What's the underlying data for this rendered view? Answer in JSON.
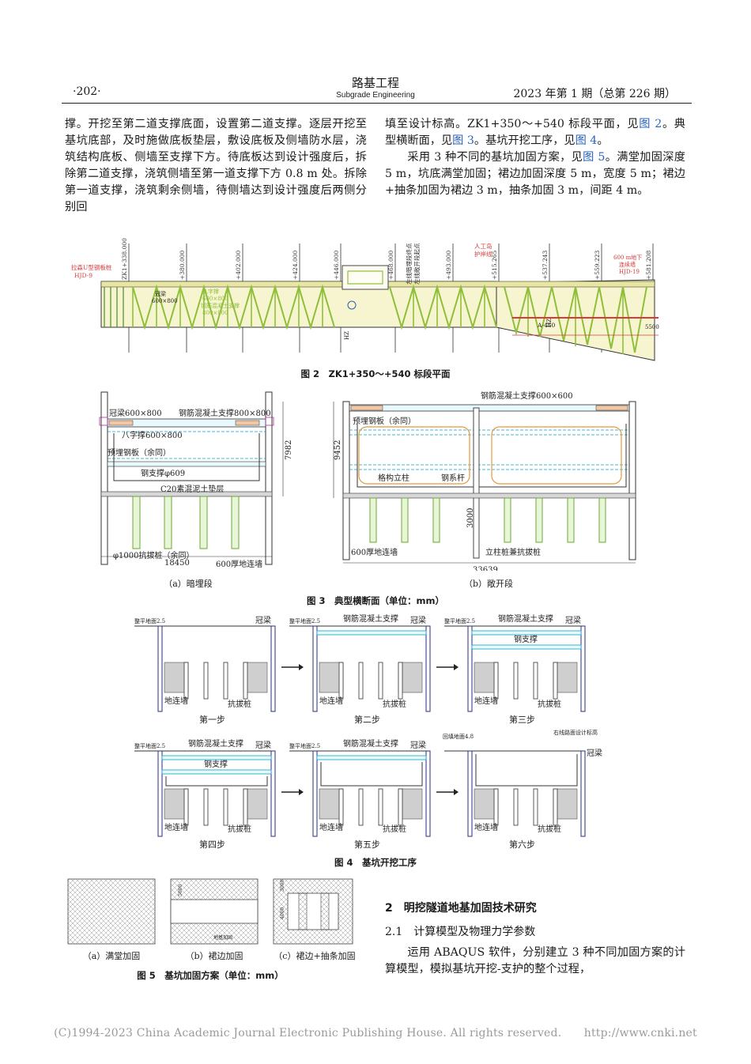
{
  "header": {
    "page": "·202·",
    "journal_cn": "路基工程",
    "journal_en": "Subgrade Engineering",
    "issue": "2023 年第 1 期（总第 226 期）"
  },
  "left_col": {
    "para": "撑。开挖至第二道支撑底面，设置第二道支撑。逐层开挖至基坑底部，及时施做底板垫层，敷设底板及侧墙防水层，浇筑结构底板、侧墙至支撑下方。待底板达到设计强度后，拆除第二道支撑，浇筑侧墙至第一道支撑下方 0.8 m 处。拆除第一道支撑，浇筑剩余侧墙，待侧墙达到设计强度后两侧分别回"
  },
  "right_col": {
    "p1_a": "填至设计标高。ZK1+350～+540 标段平面，见",
    "p1_ref1": "图 2",
    "p1_b": "。典型横断面，见",
    "p1_ref2": "图 3",
    "p1_c": "。基坑开挖工序，见",
    "p1_ref3": "图 4",
    "p1_d": "。",
    "p2_a": "采用 3 种不同的基坑加固方案，见",
    "p2_ref": "图 5",
    "p2_b": "。满堂加固深度 5 m，坑底满堂加固；裙边加固深度 5 m，宽度 5 m；裙边+抽条加固为裙边 3 m，抽条加固 3 m，间距 4 m。"
  },
  "fig2": {
    "caption": "图 2　ZK1+350～+540 标段平面",
    "stations": [
      "ZK1+338.000",
      "+380.000",
      "+402.000",
      "+424.000",
      "+446.000",
      "+468.000",
      "+493.000",
      "+515.265",
      "+537.243",
      "+559.223",
      "+581.208"
    ],
    "lbl_left": "拉森U型钢板桩",
    "lbl_left2": "HJD-9",
    "lbl_guanliang": "冠梁",
    "lbl_guanliang_dim": "600×800",
    "lbl_brace": "八字撑",
    "lbl_brace_dim1": "600×800",
    "lbl_brace2": "钢筋混凝土支撑",
    "lbl_brace_dim2": "800×800",
    "lbl_mid1": "左线暗埋段终点",
    "lbl_mid2": "左线敞开段起点",
    "lbl_right1": "人工岛",
    "lbl_right2": "护岸线",
    "lbl_right3": "600 m地下",
    "lbl_right4": "连续墙",
    "lbl_right5": "HJD-19",
    "lbl_a450": "A-450",
    "lbl_hz": "HZ",
    "lbl_5500": "5500"
  },
  "fig3": {
    "caption": "图 3　典型横断面（单位：mm）",
    "a_caption": "（a）暗埋段",
    "b_caption": "（b）敞开段",
    "a_guanliang": "冠梁600×800",
    "a_rc": "钢筋混凝土支撑800×800",
    "a_bazi": "八字撑600×800",
    "a_plate": "预埋钢板（余同）",
    "a_steel": "钢支撑φ609",
    "a_c20": "C20素混泥土垫层",
    "a_pile": "φ1000抗拔桩（余同）",
    "a_wall": "600厚地连墙",
    "a_width": "18450",
    "a_height": "7982",
    "b_rc": "钢筋混凝土支撑600×600",
    "b_plate": "预埋钢板（余同）",
    "b_column": "格构立柱",
    "b_tie": "钢系杆",
    "b_wall": "600厚地连墙",
    "b_pile": "立柱桩兼抗拔桩",
    "b_width": "33639",
    "b_height": "9452",
    "b_depth": "3000"
  },
  "fig4": {
    "caption": "图 4　基坑开挖工序",
    "ground": "整平地面2.5",
    "backfill": "回填地面4.8",
    "design_elev": "右线路面设计标高",
    "guanliang": "冠梁",
    "rc": "钢筋混凝土支撑",
    "steel": "钢支撑",
    "wall": "地连墙",
    "pile": "抗拔桩",
    "steps": [
      "第一步",
      "第二步",
      "第三步",
      "第四步",
      "第五步",
      "第六步"
    ]
  },
  "fig5": {
    "caption": "图 5　基坑加固方案（单位：mm）",
    "a": "（a）满堂加固",
    "b": "（b）裙边加固",
    "c": "（c）裙边+抽条加固",
    "dim5000": "5000",
    "dim3000": "3000",
    "dim4000": "4000",
    "dijiguo": "地基加固"
  },
  "section2": {
    "heading": "2　明挖隧道地基加固技术研究",
    "sub": "2.1　计算模型及物理力学参数",
    "para": "运用 ABAQUS 软件，分别建立 3 种不同加固方案的计算模型，模拟基坑开挖-支护的整个过程，"
  },
  "footer": "(C)1994-2023 China Academic Journal Electronic Publishing House. All rights reserved.　　http://www.cnki.net"
}
